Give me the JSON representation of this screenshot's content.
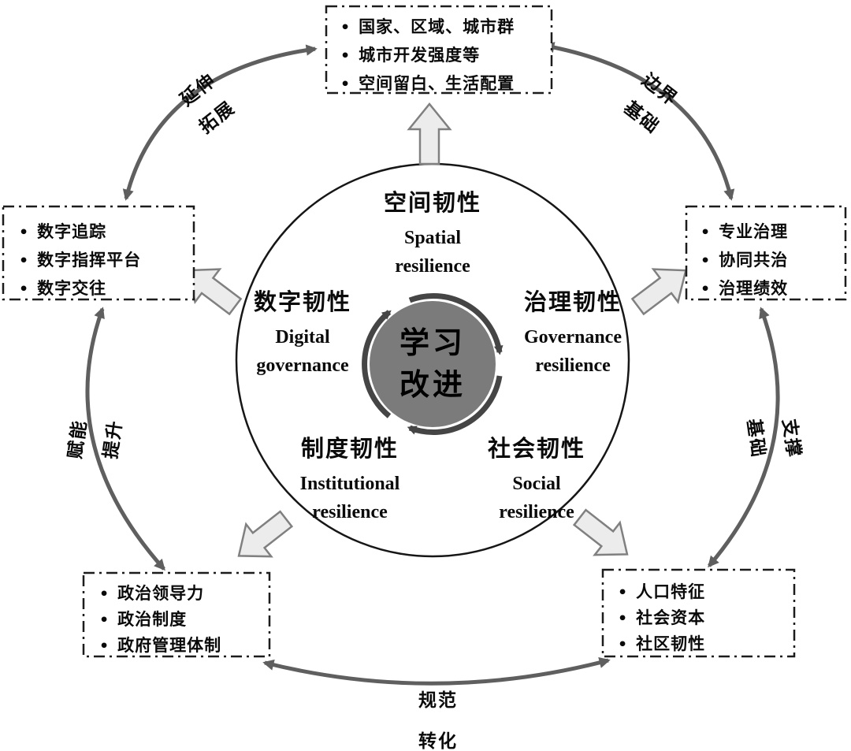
{
  "diagram": {
    "center": {
      "lines": [
        "学习",
        "改进"
      ]
    },
    "sectors": {
      "spatial": {
        "zh": "空间韧性",
        "en": [
          "Spatial",
          "resilience"
        ]
      },
      "digital": {
        "zh": "数字韧性",
        "en": [
          "Digital",
          "governance"
        ]
      },
      "governance": {
        "zh": "治理韧性",
        "en": [
          "Governance",
          "resilience"
        ]
      },
      "institutional": {
        "zh": "制度韧性",
        "en": [
          "Institutional",
          "resilience"
        ]
      },
      "social": {
        "zh": "社会韧性",
        "en": [
          "Social",
          "resilience"
        ]
      }
    },
    "boxes": {
      "top": {
        "items": [
          "国家、区域、城市群",
          "城市开发强度等",
          "空间留白、生活配置"
        ]
      },
      "left": {
        "items": [
          "数字追踪",
          "数字指挥平台",
          "数字交往"
        ]
      },
      "right": {
        "items": [
          "专业治理",
          "协同共治",
          "治理绩效"
        ]
      },
      "bottom_left": {
        "items": [
          "政治领导力",
          "政治制度",
          "政府管理体制"
        ]
      },
      "bottom_right": {
        "items": [
          "人口特征",
          "社会资本",
          "社区韧性"
        ]
      }
    },
    "relations": {
      "top_left": {
        "labels": [
          "延伸",
          "拓展"
        ]
      },
      "top_right": {
        "labels": [
          "边界",
          "基础"
        ]
      },
      "left": {
        "labels": [
          "赋能",
          "提升"
        ]
      },
      "right": {
        "labels": [
          "支撑",
          "基础"
        ]
      },
      "bottom": {
        "labels": [
          "规范",
          "转化"
        ]
      }
    },
    "ui": {
      "bullet": "•"
    },
    "colors": {
      "arrow_gray": "#5f5f5f",
      "cycle_arrow": "#454545",
      "center_circle_fill": "#7b7b7b",
      "block_arrow_fill": "#ececec",
      "block_arrow_stroke": "#808080",
      "outline": "#1c1c1c"
    }
  }
}
